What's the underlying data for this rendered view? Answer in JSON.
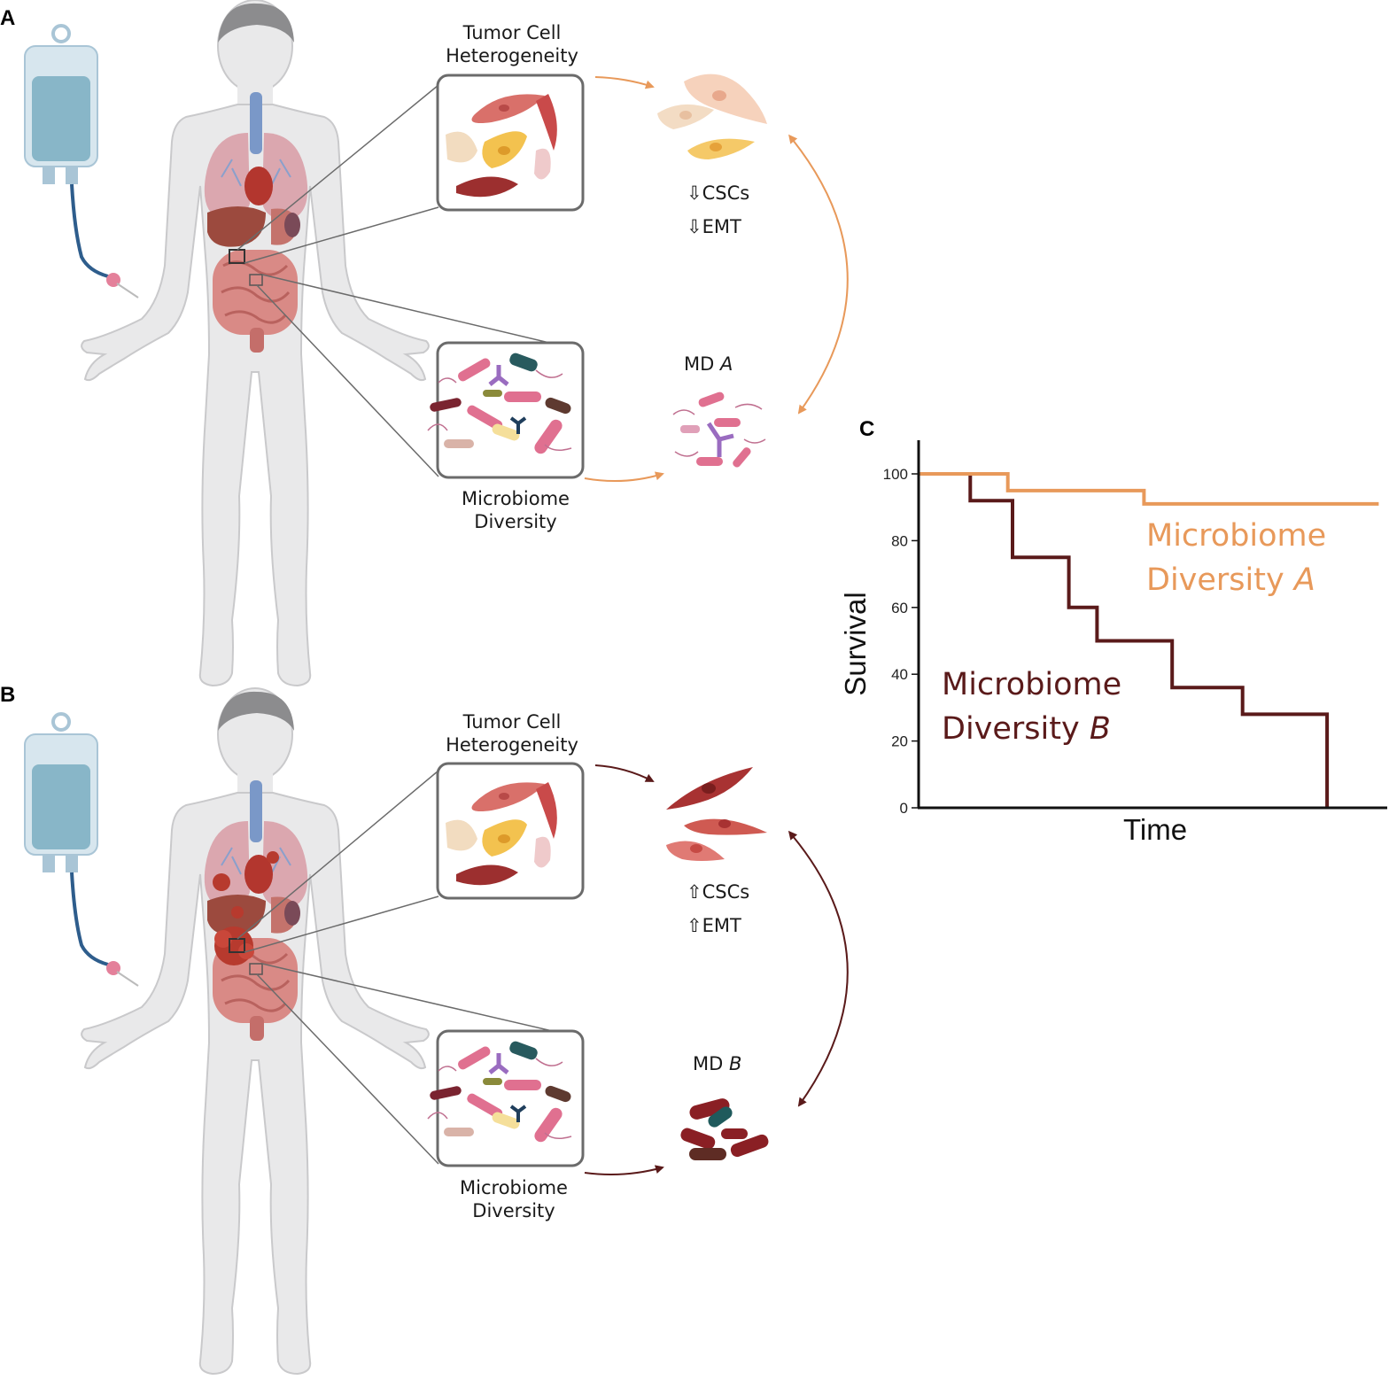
{
  "panels": {
    "a": {
      "letter": "A",
      "tumor_label_1": "Tumor Cell",
      "tumor_label_2": "Heterogeneity",
      "microbiome_label_1": "Microbiome",
      "microbiome_label_2": "Diversity",
      "csc_label": "⇩CSCs",
      "emt_label": "⇩EMT",
      "md_label": "MD",
      "md_letter": "A"
    },
    "b": {
      "letter": "B",
      "tumor_label_1": "Tumor Cell",
      "tumor_label_2": "Heterogeneity",
      "microbiome_label_1": "Microbiome",
      "microbiome_label_2": "Diversity",
      "csc_label": "⇧CSCs",
      "emt_label": "⇧EMT",
      "md_label": "MD",
      "md_letter": "B"
    },
    "c": {
      "letter": "C"
    }
  },
  "colors": {
    "group_a": "#e8995a",
    "group_b": "#5a1a1a",
    "body": "#e9e9ea",
    "body_outline": "#c9c9cb",
    "box_border": "#6b6b6b"
  },
  "chart_data": {
    "type": "line",
    "xlabel": "Time",
    "ylabel": "Survival",
    "ylim": [
      0,
      100
    ],
    "yticks": [
      0,
      20,
      40,
      60,
      80,
      100
    ],
    "xlim": [
      0,
      100
    ],
    "step": true,
    "series": [
      {
        "name_line1": "Microbiome",
        "name_line2": "Diversity",
        "name_letter": "A",
        "color": "#e8995a",
        "x": [
          0,
          19,
          19,
          48,
          48,
          98
        ],
        "y": [
          100,
          100,
          95,
          95,
          91,
          91
        ]
      },
      {
        "name_line1": "Microbiome",
        "name_line2": "Diversity",
        "name_letter": "B",
        "color": "#5a1a1a",
        "x": [
          0,
          11,
          11,
          20,
          20,
          32,
          32,
          38,
          38,
          54,
          54,
          69,
          69,
          87,
          87
        ],
        "y": [
          100,
          100,
          92,
          92,
          75,
          75,
          60,
          60,
          50,
          50,
          36,
          36,
          28,
          28,
          0
        ]
      }
    ]
  }
}
